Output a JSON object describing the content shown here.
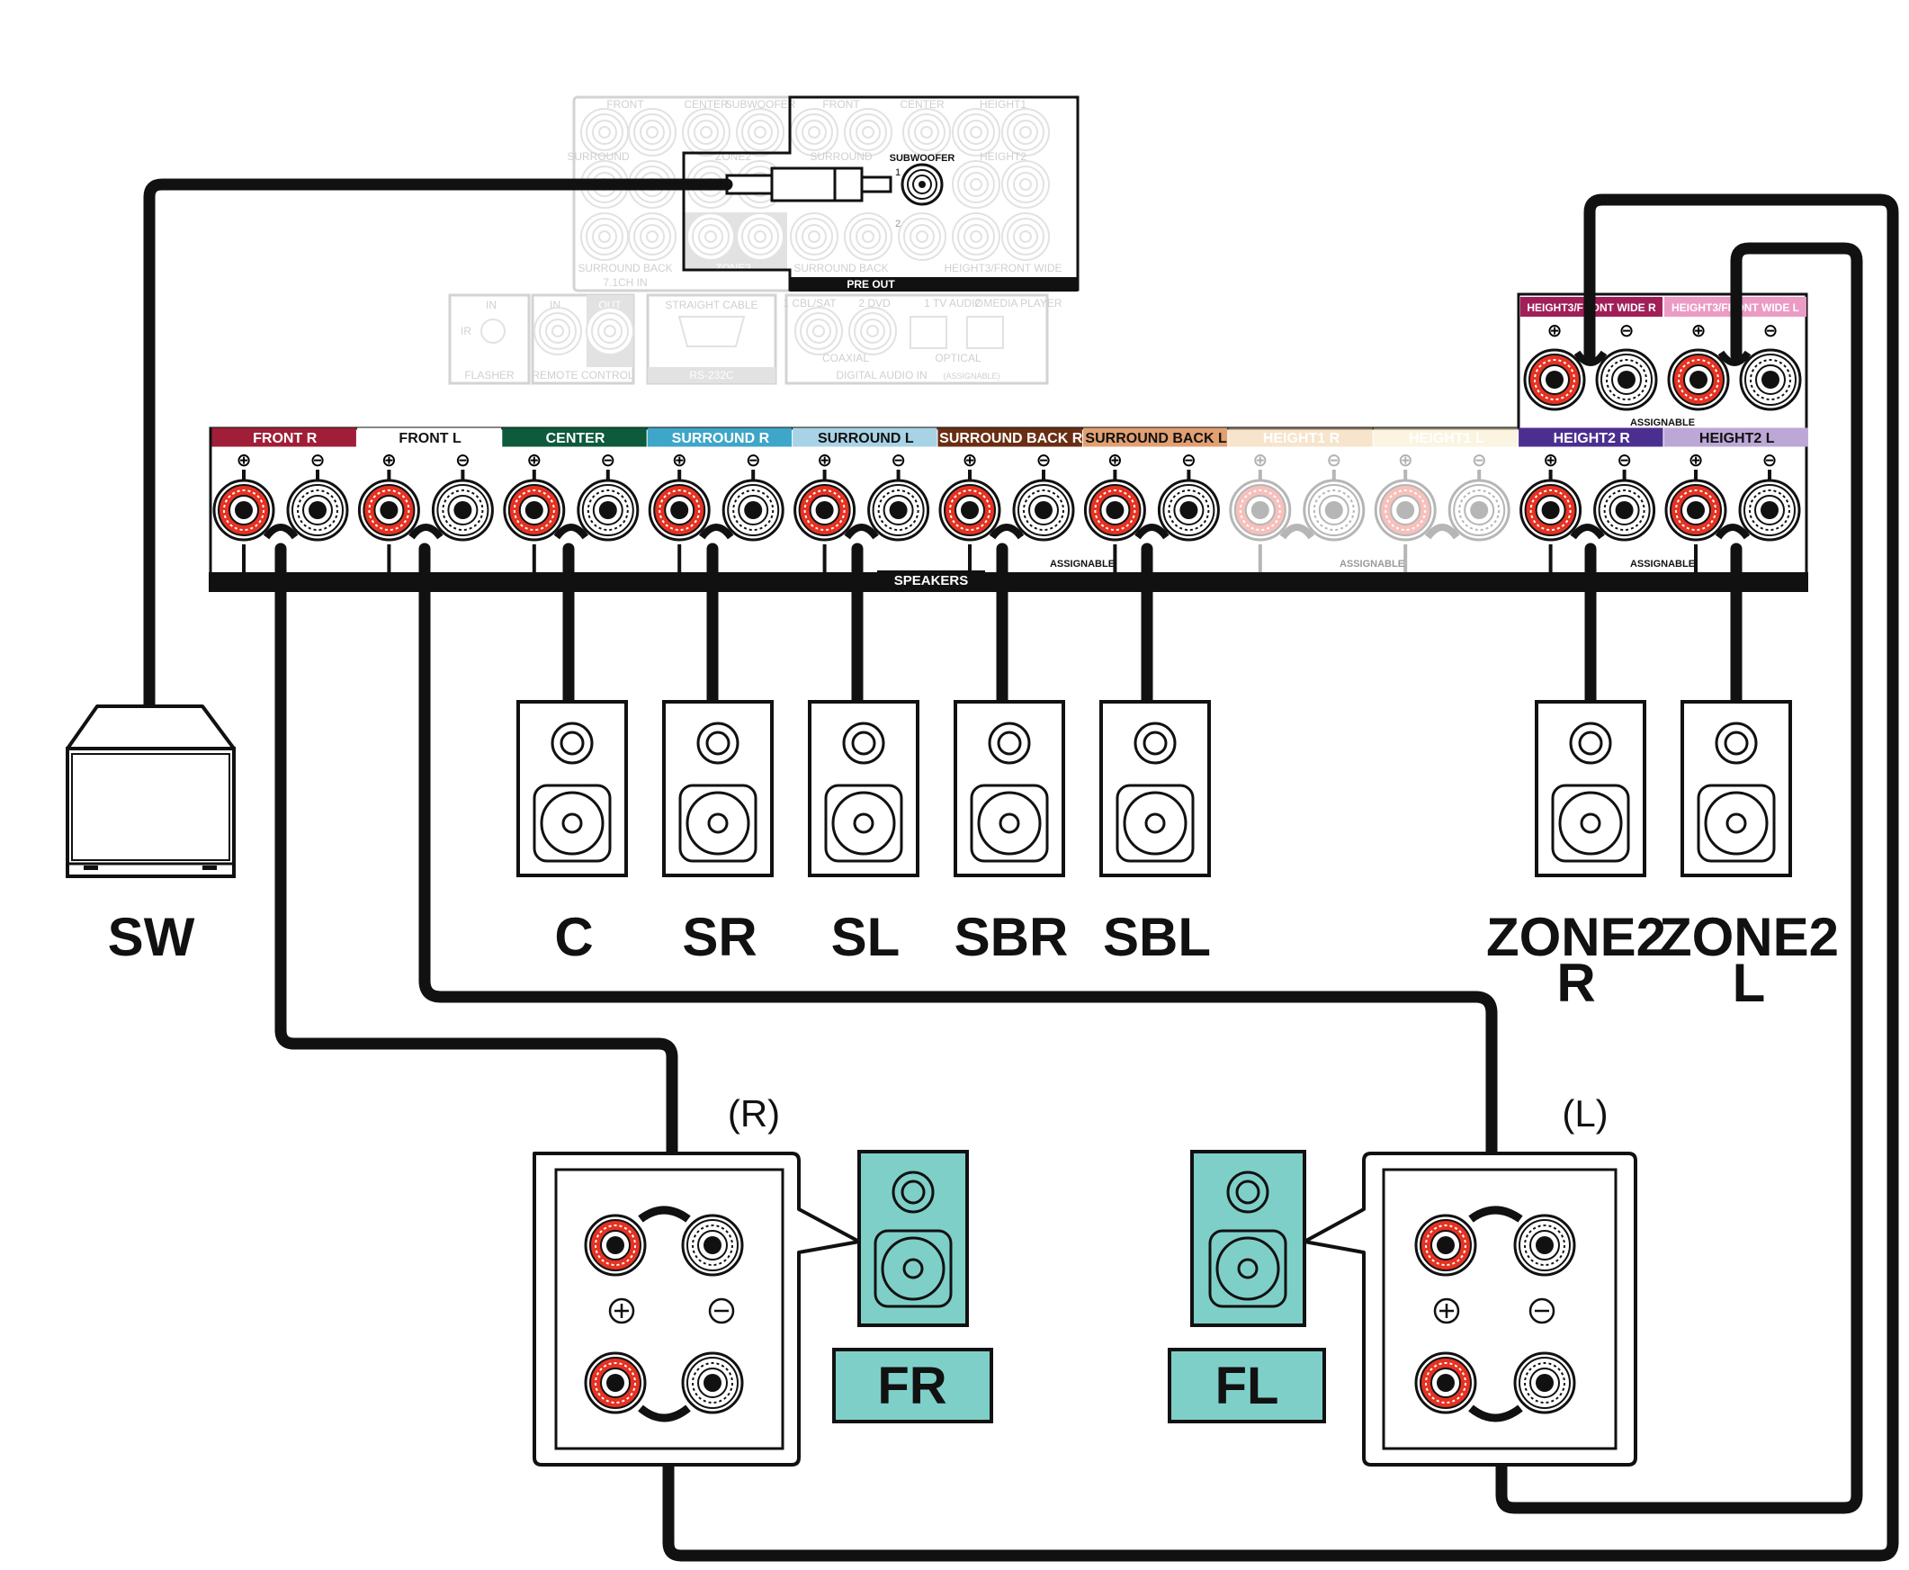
{
  "receiver": {
    "speakers_label": "SPEAKERS",
    "assignable_label": "ASSIGNABLE",
    "pre_out_label": "PRE OUT",
    "subwoofer_label": "SUBWOOFER",
    "subwoofer_jacks": [
      "1",
      "2"
    ],
    "channels": [
      {
        "label": "FRONT R",
        "color": "#a01e37",
        "text_color": "#ffffff",
        "faded": false
      },
      {
        "label": "FRONT L",
        "color": "#ffffff",
        "text_color": "#111111",
        "faded": false
      },
      {
        "label": "CENTER",
        "color": "#0d5a3c",
        "text_color": "#ffffff",
        "faded": false
      },
      {
        "label": "SURROUND R",
        "color": "#3ea6c8",
        "text_color": "#ffffff",
        "faded": false
      },
      {
        "label": "SURROUND L",
        "color": "#a8d3e6",
        "text_color": "#111111",
        "faded": false
      },
      {
        "label": "SURROUND BACK R",
        "color": "#6a2e14",
        "text_color": "#ffffff",
        "faded": false
      },
      {
        "label": "SURROUND BACK L",
        "color": "#e2a072",
        "text_color": "#111111",
        "faded": false
      },
      {
        "label": "HEIGHT1 R",
        "color": "#f1cfa4",
        "text_color": "#ffffff",
        "faded": true
      },
      {
        "label": "HEIGHT1 L",
        "color": "#f8ecc8",
        "text_color": "#ffffff",
        "faded": true
      },
      {
        "label": "HEIGHT2 R",
        "color": "#4b2f90",
        "text_color": "#ffffff",
        "faded": false
      },
      {
        "label": "HEIGHT2 L",
        "color": "#bca7d6",
        "text_color": "#111111",
        "faded": false
      }
    ],
    "height3_channels": [
      {
        "label": "HEIGHT3/FRONT WIDE R",
        "color": "#a11f58"
      },
      {
        "label": "HEIGHT3/FRONT WIDE L",
        "color": "#eb9bc4"
      }
    ],
    "faded_panel": {
      "top_row_left": [
        "FRONT",
        "CENTER",
        "SUBWOOFER"
      ],
      "top_row_right": [
        "FRONT",
        "CENTER",
        "HEIGHT1"
      ],
      "mid_row": [
        "SURROUND",
        "ZONE2",
        "SURROUND",
        "HEIGHT2"
      ],
      "bottom_row": [
        "SURROUND BACK",
        "ZONE3",
        "SURROUND BACK",
        "HEIGHT3/FRONT WIDE"
      ],
      "section": "7.1CH IN",
      "ir_section": {
        "in": "IN",
        "ir": "IR",
        "label": "FLASHER"
      },
      "remote_section": {
        "in": "IN",
        "out": "OUT",
        "label": "REMOTE CONTROL"
      },
      "rs232_section": {
        "title": "STRAIGHT CABLE",
        "label": "RS-232C"
      },
      "digital_section": {
        "inputs": [
          "1 CBL/SAT",
          "2 DVD",
          "1 TV AUDIO",
          "2 MEDIA PLAYER"
        ],
        "coaxial": "COAXIAL",
        "optical": "OPTICAL",
        "label": "DIGITAL AUDIO IN",
        "sublabel": "(ASSIGNABLE)"
      }
    }
  },
  "speakers": {
    "sw": "SW",
    "c": "C",
    "sr": "SR",
    "sl": "SL",
    "sbr": "SBR",
    "sbl": "SBL",
    "zone2r": [
      "ZONE2",
      "R"
    ],
    "zone2l": [
      "ZONE2",
      "L"
    ],
    "fr": "FR",
    "fl": "FL",
    "fr_side": "(R)",
    "fl_side": "(L)"
  },
  "polarity": {
    "plus": "+",
    "minus": "−"
  },
  "colors": {
    "cable": "#111111",
    "terminal_red": "#e53222",
    "front_speaker_fill": "#7fcfc9"
  }
}
